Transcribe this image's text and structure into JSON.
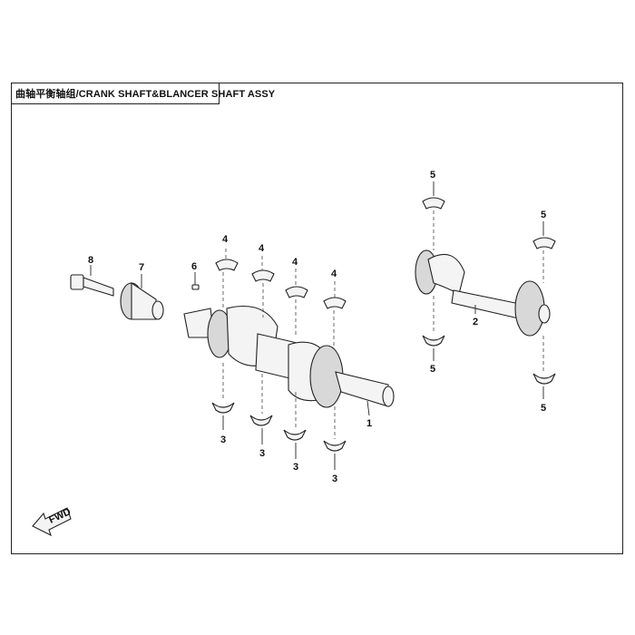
{
  "title": "曲轴平衡轴组/CRANK SHAFT&BLANCER SHAFT ASSY",
  "callouts": {
    "c1": "1",
    "c2": "2",
    "c3a": "3",
    "c3b": "3",
    "c3c": "3",
    "c3d": "3",
    "c4a": "4",
    "c4b": "4",
    "c4c": "4",
    "c4d": "4",
    "c5a": "5",
    "c5b": "5",
    "c5c": "5",
    "c5d": "5",
    "c6": "6",
    "c7": "7",
    "c8": "8"
  },
  "fwd_label": "FWD"
}
